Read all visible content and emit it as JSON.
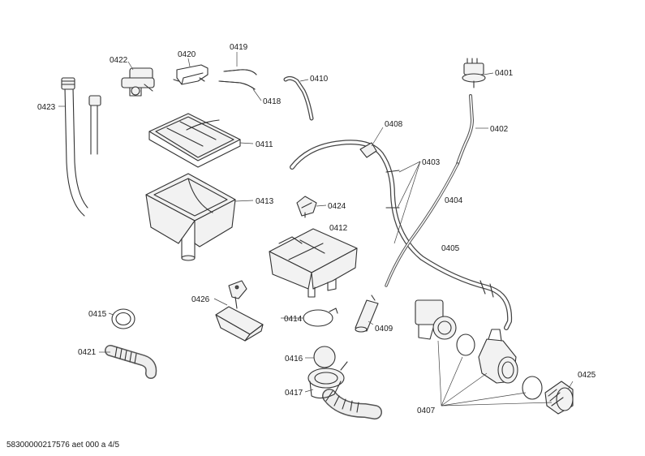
{
  "labels": {
    "p0401": "0401",
    "p0402": "0402",
    "p0403": "0403",
    "p0404": "0404",
    "p0405": "0405",
    "p0407": "0407",
    "p0408": "0408",
    "p0409": "0409",
    "p0410": "0410",
    "p0411": "0411",
    "p0412": "0412",
    "p0413": "0413",
    "p0414": "0414",
    "p0415": "0415",
    "p0416": "0416",
    "p0417": "0417",
    "p0418": "0418",
    "p0419": "0419",
    "p0420": "0420",
    "p0421": "0421",
    "p0422": "0422",
    "p0423": "0423",
    "p0424": "0424",
    "p0425": "0425",
    "p0426": "0426"
  },
  "footer": "58300000217576 aet 000 a 4/5"
}
